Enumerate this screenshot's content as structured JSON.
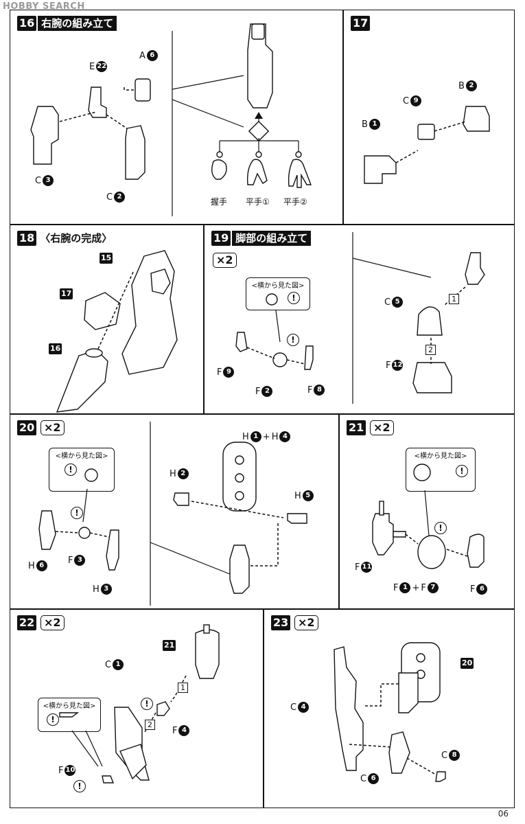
{
  "watermark": "HOBBY SEARCH",
  "page_number": "06",
  "multiplier": "×2",
  "side_view": "<横から見た図>",
  "warn": "!",
  "s16": {
    "num": "16",
    "title": "右腕の組み立て",
    "p_a": "A",
    "p_a_n": "6",
    "p_e": "E",
    "p_e_n": "22",
    "p_c": "C",
    "p_c_n": "3",
    "p_c2": "C",
    "p_c2_n": "2",
    "hand1": "握手",
    "hand2": "平手①",
    "hand3": "平手②"
  },
  "s17": {
    "num": "17",
    "p_b2": "B",
    "p_b2_n": "2",
    "p_c": "C",
    "p_c_n": "9",
    "p_b1": "B",
    "p_b1_n": "1"
  },
  "s18": {
    "num": "18",
    "title": "〈右腕の完成〉",
    "ref15": "15",
    "ref17": "17",
    "ref16": "16"
  },
  "s19": {
    "num": "19",
    "title": "脚部の組み立て",
    "p_f9": "F",
    "p_f9_n": "9",
    "p_f2": "F",
    "p_f2_n": "2",
    "p_f8": "F",
    "p_f8_n": "8",
    "p_c5": "C",
    "p_c5_n": "5",
    "p_f12": "F",
    "p_f12_n": "12",
    "step1": "1",
    "step2": "2"
  },
  "s20": {
    "num": "20",
    "p_h1": "H",
    "p_h1_n": "1",
    "plus": "+",
    "p_h4": "H",
    "p_h4_n": "4",
    "p_h2": "H",
    "p_h2_n": "2",
    "p_h5": "H",
    "p_h5_n": "5",
    "p_h6": "H",
    "p_h6_n": "6",
    "p_f3": "F",
    "p_f3_n": "3",
    "p_h3": "H",
    "p_h3_n": "3"
  },
  "s21": {
    "num": "21",
    "p_f11": "F",
    "p_f11_n": "11",
    "p_f1": "F",
    "p_f1_n": "1",
    "plus": "+",
    "p_f7": "F",
    "p_f7_n": "7",
    "p_f6": "F",
    "p_f6_n": "6"
  },
  "s22": {
    "num": "22",
    "p_c1": "C",
    "p_c1_n": "1",
    "ref21": "21",
    "step1": "1",
    "step2": "2",
    "p_f4": "F",
    "p_f4_n": "4",
    "p_f10": "F",
    "p_f10_n": "10"
  },
  "s23": {
    "num": "23",
    "p_c4": "C",
    "p_c4_n": "4",
    "ref20": "20",
    "p_c8": "C",
    "p_c8_n": "8",
    "p_c6": "C",
    "p_c6_n": "6"
  }
}
